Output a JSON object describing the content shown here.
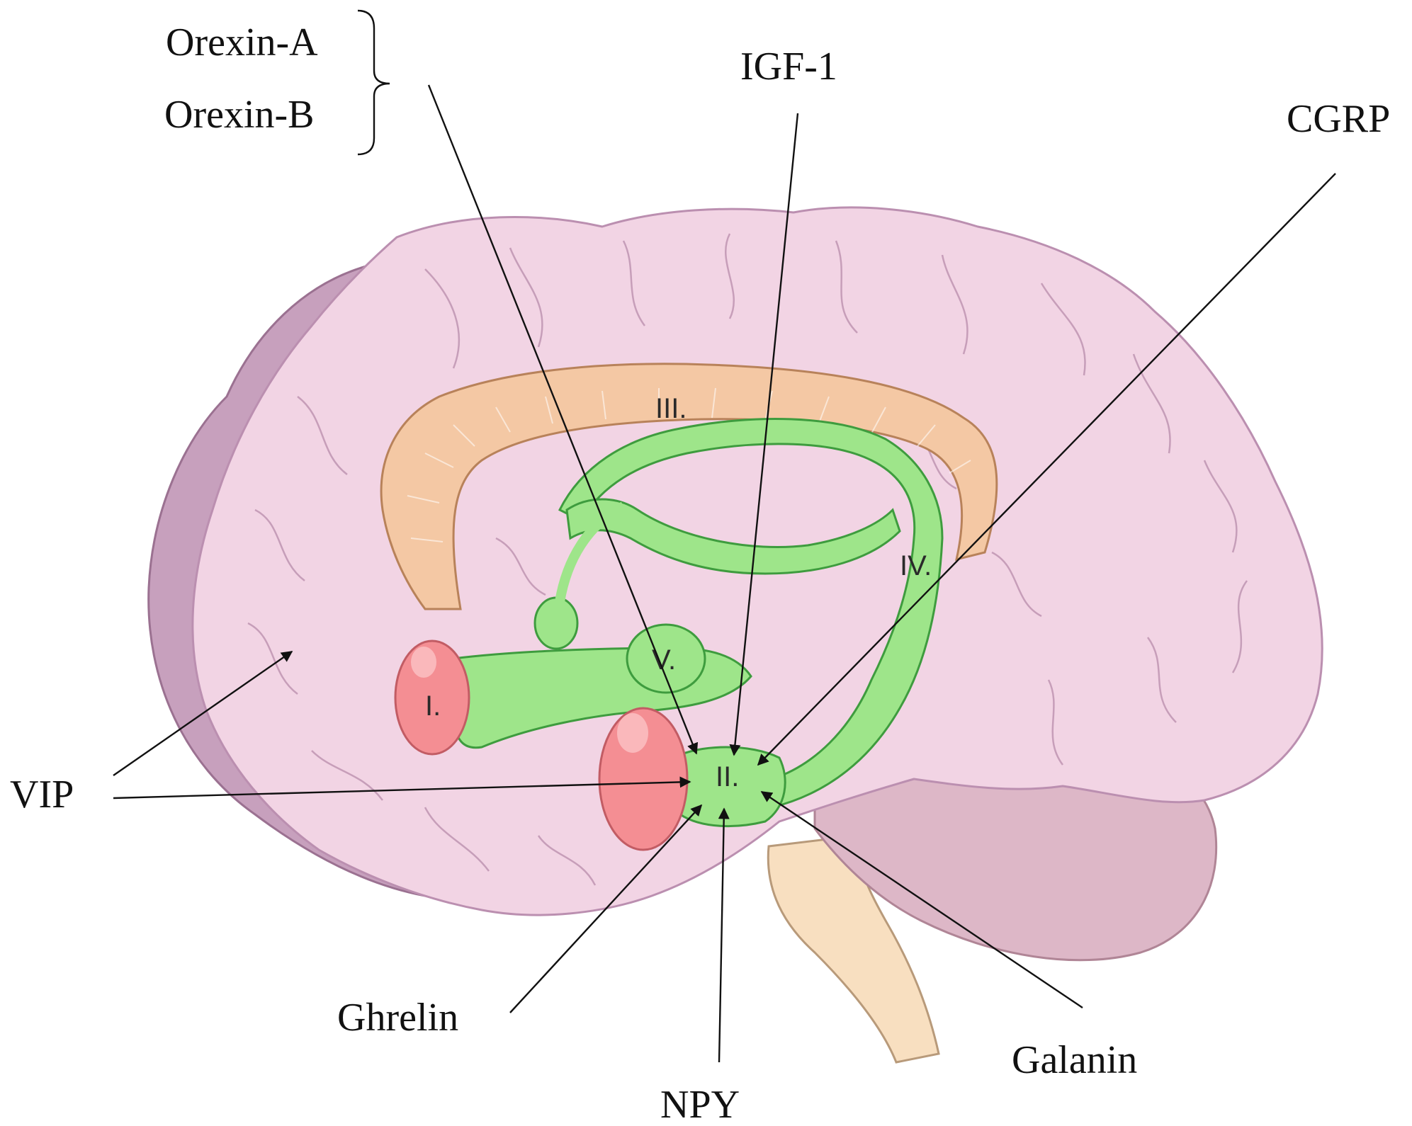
{
  "labels": {
    "orexin_a": "Orexin-A",
    "orexin_b": "Orexin-B",
    "igf1": "IGF-1",
    "cgrp": "CGRP",
    "vip": "VIP",
    "ghrelin": "Ghrelin",
    "npy": "NPY",
    "galanin": "Galanin"
  },
  "regions": {
    "r1": "I.",
    "r2": "II.",
    "r3": "III.",
    "r4": "IV.",
    "r5": "V."
  },
  "colors": {
    "cortex": "#f2d4e4",
    "cortex_edge": "#bb8fb0",
    "outer_rim": "#c7a0bd",
    "cerebellum": "#ddb7c7",
    "brainstem": "#f8dfc0",
    "corpus_callosum": "#f4c8a4",
    "limbic_green": "#9ee58a",
    "limbic_edge": "#3e9c3e",
    "nodule_red": "#f48e93"
  }
}
